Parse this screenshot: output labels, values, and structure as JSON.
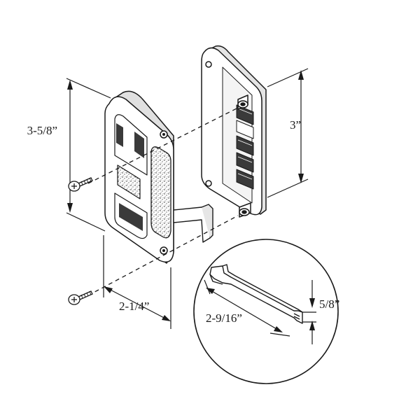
{
  "dimensions": {
    "handle_height": "3-5/8”",
    "mount_spacing": "3”",
    "handle_width": "2-1/4”",
    "latch_length": "2-9/16”",
    "latch_hook_height": "5/8”"
  },
  "colors": {
    "line": "#1a1a1a",
    "paper": "#ffffff",
    "shade": "#cfcfcf",
    "dark": "#3a3a3a"
  },
  "icons": {
    "screw": "phillips-screw-icon"
  }
}
